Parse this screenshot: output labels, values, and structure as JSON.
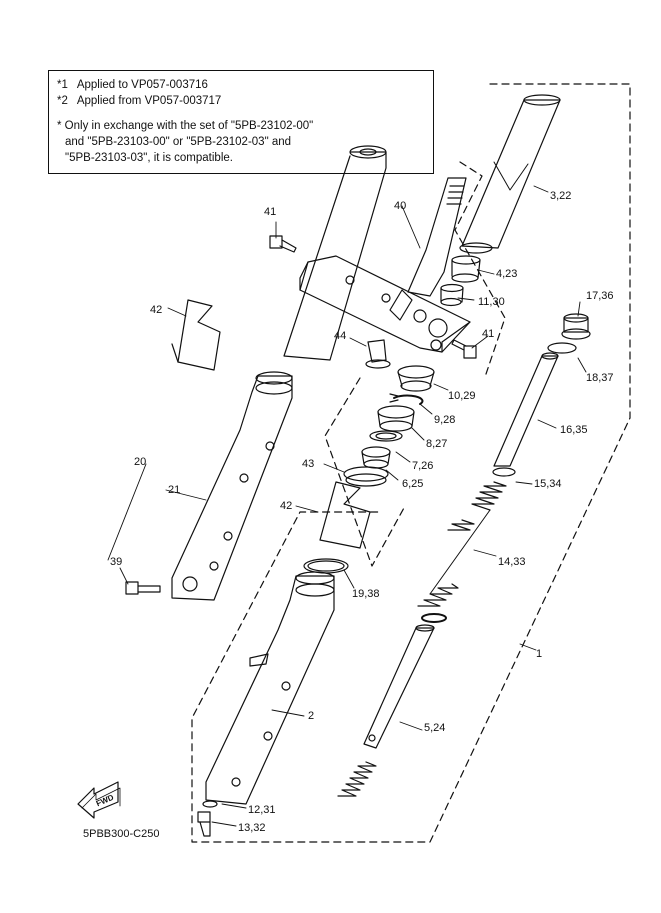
{
  "notes": {
    "note1_mark": "*1",
    "note1_text": "Applied to VP057-003716",
    "note2_mark": "*2",
    "note2_text": "Applied from VP057-003717",
    "note3_line1": "* Only in exchange with the set of \"5PB-23102-00\"",
    "note3_line2": "and \"5PB-23103-00\" or \"5PB-23102-03\" and",
    "note3_line3": "\"5PB-23103-03\", it is compatible."
  },
  "labels": {
    "p1": "1",
    "p2": "2",
    "p3_22": "3,22",
    "p4_23": "4,23",
    "p5_24": "5,24",
    "p6_25": "6,25",
    "p7_26": "7,26",
    "p8_27": "8,27",
    "p9_28": "9,28",
    "p10_29": "10,29",
    "p11_30": "11,30",
    "p12_31": "12,31",
    "p13_32": "13,32",
    "p14_33": "14,33",
    "p15_34": "15,34",
    "p16_35": "16,35",
    "p17_36": "17,36",
    "p18_37": "18,37",
    "p19_38": "19,38",
    "p20": "20",
    "p21": "21",
    "p39": "39",
    "p40": "40",
    "p41a": "41",
    "p41b": "41",
    "p42a": "42",
    "p42b": "42",
    "p43": "43",
    "p44": "44"
  },
  "fwd_label": "FWD",
  "drawing_code": "5PBB300-C250"
}
